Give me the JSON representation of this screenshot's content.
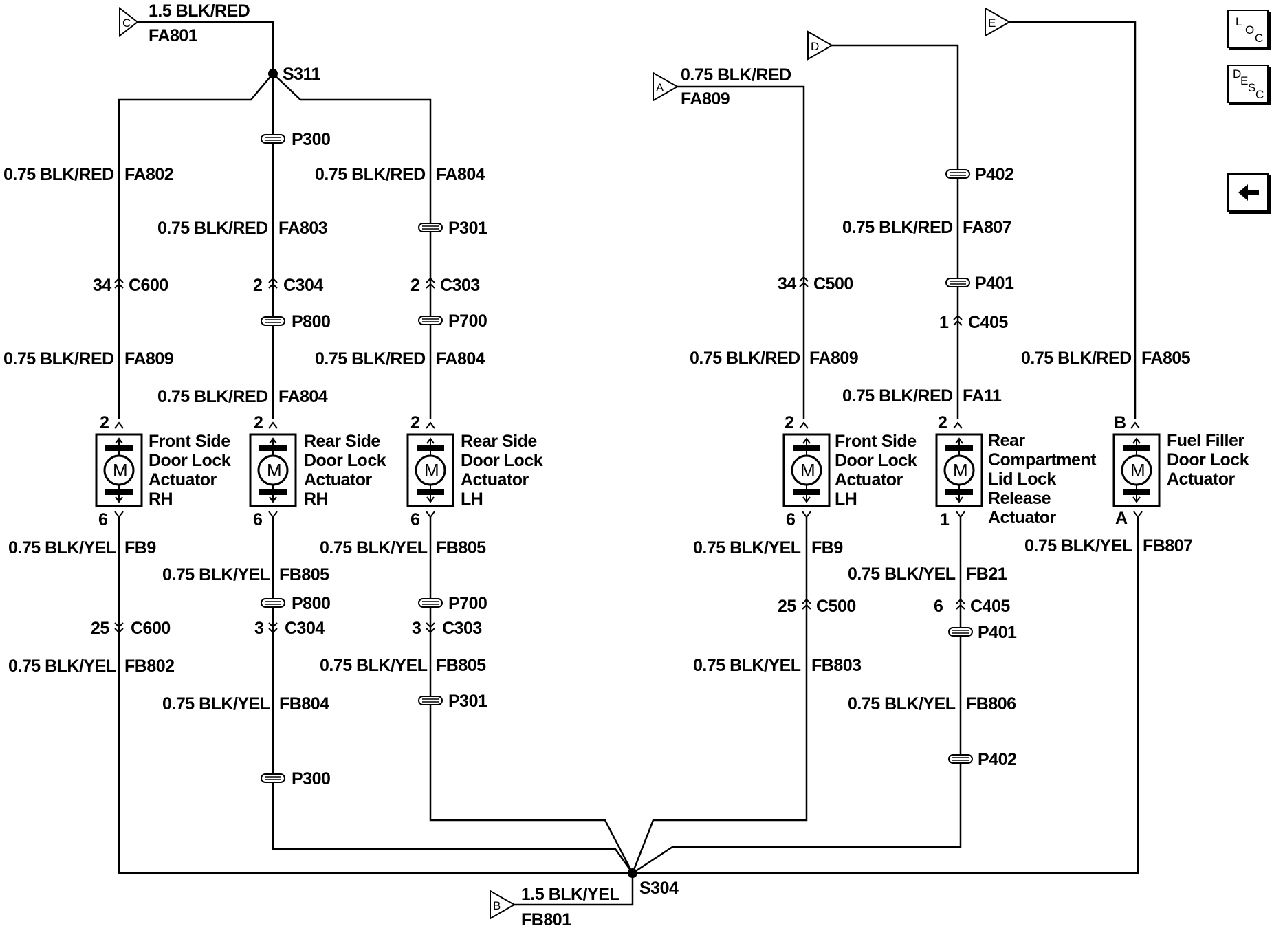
{
  "nav_buttons": {
    "loc": {
      "l1": "L",
      "l2": "O",
      "l3": "C"
    },
    "desc": {
      "l1": "D",
      "l2": "E",
      "l3": "S",
      "l4": "C"
    },
    "back_icon": "arrow-left-icon"
  },
  "sources": {
    "c": {
      "letter": "C",
      "gauge": "1.5 BLK/RED",
      "circuit": "FA801"
    },
    "a": {
      "letter": "A",
      "gauge": "0.75 BLK/RED",
      "circuit": "FA809"
    },
    "d": {
      "letter": "D"
    },
    "e": {
      "letter": "E"
    },
    "b": {
      "letter": "B",
      "gauge": "1.5 BLK/YEL",
      "circuit": "FB801"
    }
  },
  "splices": {
    "top": "S311",
    "bottom": "S304"
  },
  "branch1": {
    "w1_gauge": "0.75 BLK/RED",
    "w1_circuit": "FA802",
    "conn1_pin": "34",
    "conn1": "C600",
    "w2_gauge": "0.75 BLK/RED",
    "w2_circuit": "FA809",
    "pin_top": "2",
    "pin_bottom": "6",
    "label1": "Front Side",
    "label2": "Door Lock",
    "label3": "Actuator",
    "label4": "RH",
    "w3_gauge": "0.75 BLK/YEL",
    "w3_circuit": "FB9",
    "conn2_pin": "25",
    "conn2": "C600",
    "w4_gauge": "0.75 BLK/YEL",
    "w4_circuit": "FB802"
  },
  "branch2": {
    "p1": "P300",
    "w1_gauge": "0.75 BLK/RED",
    "w1_circuit": "FA803",
    "conn1_pin": "2",
    "conn1": "C304",
    "p2": "P800",
    "w2_gauge": "0.75 BLK/RED",
    "w2_circuit": "FA804",
    "pin_top": "2",
    "pin_bottom": "6",
    "label1": "Rear Side",
    "label2": "Door Lock",
    "label3": "Actuator",
    "label4": "RH",
    "w3_gauge": "0.75 BLK/YEL",
    "w3_circuit": "FB805",
    "p3": "P800",
    "conn2_pin": "3",
    "conn2": "C304",
    "w4_gauge": "0.75 BLK/YEL",
    "w4_circuit": "FB804",
    "p4": "P300"
  },
  "branch3": {
    "w0_gauge": "0.75 BLK/RED",
    "w0_circuit": "FA804",
    "p1": "P301",
    "conn1_pin": "2",
    "conn1": "C303",
    "p2": "P700",
    "w2_gauge": "0.75 BLK/RED",
    "w2_circuit": "FA804",
    "pin_top": "2",
    "pin_bottom": "6",
    "label1": "Rear Side",
    "label2": "Door Lock",
    "label3": "Actuator",
    "label4": "LH",
    "w3_gauge": "0.75 BLK/YEL",
    "w3_circuit": "FB805",
    "p3": "P700",
    "conn2_pin": "3",
    "conn2": "C303",
    "w4_gauge": "0.75 BLK/YEL",
    "w4_circuit": "FB805",
    "p4": "P301"
  },
  "branch4": {
    "conn1_pin": "34",
    "conn1": "C500",
    "w2_gauge": "0.75 BLK/RED",
    "w2_circuit": "FA809",
    "pin_top": "2",
    "pin_bottom": "6",
    "label1": "Front Side",
    "label2": "Door Lock",
    "label3": "Actuator",
    "label4": "LH",
    "w3_gauge": "0.75 BLK/YEL",
    "w3_circuit": "FB9",
    "conn2_pin": "25",
    "conn2": "C500",
    "w4_gauge": "0.75 BLK/YEL",
    "w4_circuit": "FB803"
  },
  "branch5": {
    "p1": "P402",
    "w1_gauge": "0.75 BLK/RED",
    "w1_circuit": "FA807",
    "p2": "P401",
    "conn1_pin": "1",
    "conn1": "C405",
    "w2_gauge": "0.75 BLK/RED",
    "w2_circuit": "FA11",
    "pin_top": "2",
    "pin_bottom": "1",
    "label1": "Rear",
    "label2": "Compartment",
    "label3": "Lid Lock",
    "label4": "Release",
    "label5": "Actuator",
    "w3_gauge": "0.75 BLK/YEL",
    "w3_circuit": "FB21",
    "conn2_pin": "6",
    "conn2": "C405",
    "p3": "P401",
    "w4_gauge": "0.75 BLK/YEL",
    "w4_circuit": "FB806",
    "p4": "P402"
  },
  "branch6": {
    "w1_gauge": "0.75 BLK/RED",
    "w1_circuit": "FA805",
    "pin_top": "B",
    "pin_bottom": "A",
    "label1": "Fuel Filler",
    "label2": "Door Lock",
    "label3": "Actuator",
    "w3_gauge": "0.75 BLK/YEL",
    "w3_circuit": "FB807"
  },
  "motor_letter": "M"
}
